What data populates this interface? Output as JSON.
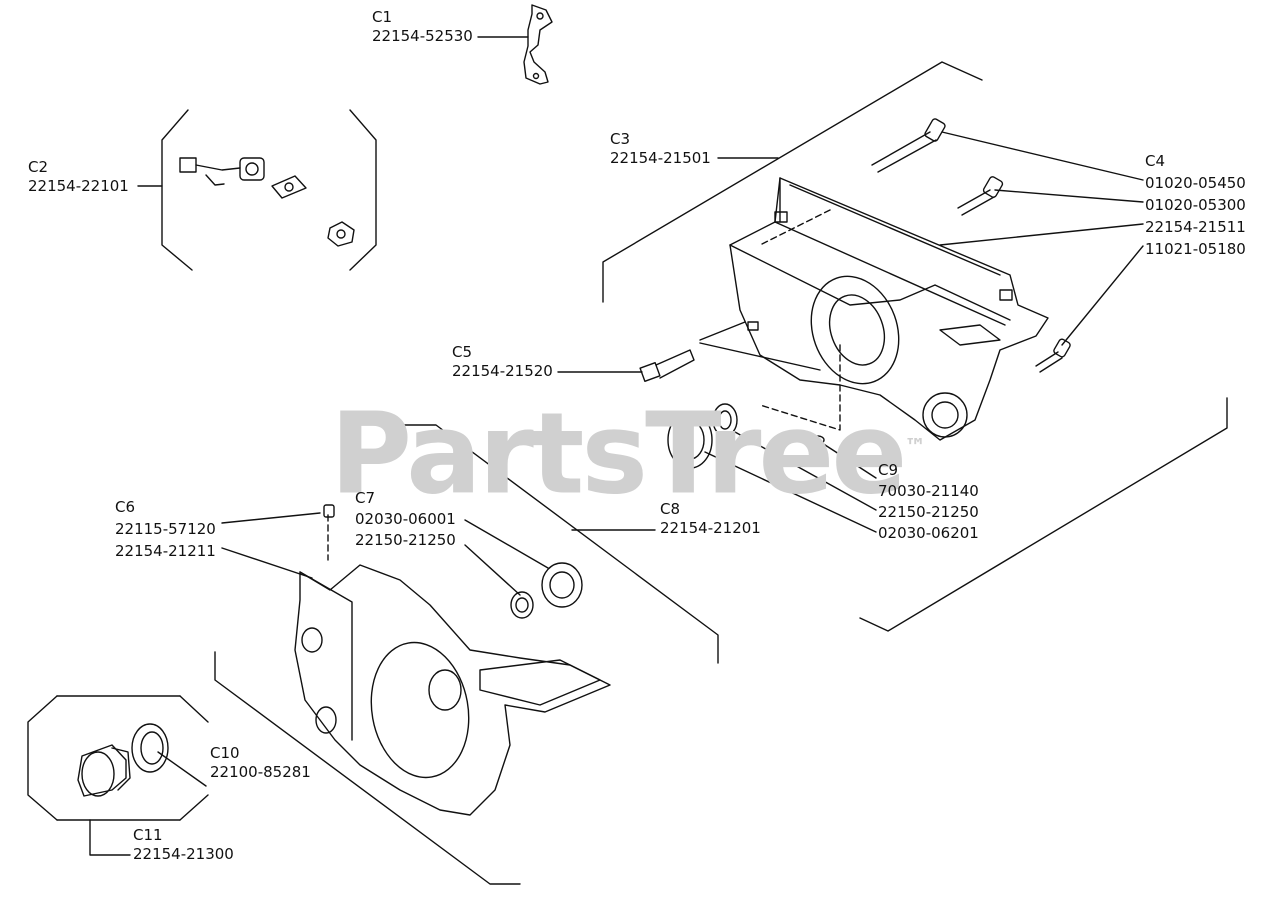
{
  "watermark": {
    "text": "PartsTree",
    "tm": "™"
  },
  "callouts": {
    "c1": {
      "ref": "C1",
      "parts": [
        "22154-52530"
      ]
    },
    "c2": {
      "ref": "C2",
      "parts": [
        "22154-22101"
      ]
    },
    "c3": {
      "ref": "C3",
      "parts": [
        "22154-21501"
      ]
    },
    "c4": {
      "ref": "C4",
      "parts": [
        "01020-05450",
        "01020-05300",
        "22154-21511",
        "11021-05180"
      ]
    },
    "c5": {
      "ref": "C5",
      "parts": [
        "22154-21520"
      ]
    },
    "c6": {
      "ref": "C6",
      "parts": [
        "22115-57120",
        "22154-21211"
      ]
    },
    "c7": {
      "ref": "C7",
      "parts": [
        "02030-06001",
        "22150-21250"
      ]
    },
    "c8": {
      "ref": "C8",
      "parts": [
        "22154-21201"
      ]
    },
    "c9": {
      "ref": "C9",
      "parts": [
        "70030-21140",
        "22150-21250",
        "02030-06201"
      ]
    },
    "c10": {
      "ref": "C10",
      "parts": [
        "22100-85281"
      ]
    },
    "c11": {
      "ref": "C11",
      "parts": [
        "22154-21300"
      ]
    }
  }
}
